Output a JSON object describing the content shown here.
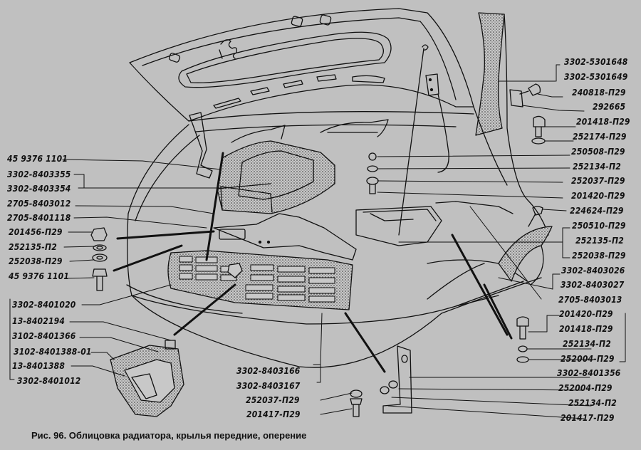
{
  "caption": "Рис. 96. Облицовка радиатора, крылья передние, оперение",
  "colors": {
    "background": "#c0c0c0",
    "ink": "#111111",
    "stipple": "#8a8a8a"
  },
  "labels_left": [
    "45 9376 1101",
    "3302-8403355",
    "3302-8403354",
    "2705-8403012",
    "2705-8401118",
    "201456-П29",
    "252135-П2",
    "252038-П29",
    "45 9376 1101",
    "3302-8401020",
    "13-8402194",
    "3102-8401366",
    "3102-8401388-01",
    "13-8401388",
    "3302-8401012"
  ],
  "labels_right": [
    "3302-5301648",
    "3302-5301649",
    "240818-П29",
    "292665",
    "201418-П29",
    "252174-П29",
    "250508-П29",
    "252134-П2",
    "252037-П29",
    "201420-П29",
    "224624-П29",
    "250510-П29",
    "252135-П2",
    "252038-П29",
    "3302-8403026",
    "3302-8403027",
    "2705-8403013",
    "201420-П29",
    "201418-П29",
    "252134-П2",
    "252004-П29",
    "3302-8401356",
    "252004-П29",
    "252134-П2",
    "201417-П29"
  ],
  "labels_bottom": [
    "3302-8403166",
    "3302-8403167",
    "252037-П29",
    "201417-П29"
  ]
}
